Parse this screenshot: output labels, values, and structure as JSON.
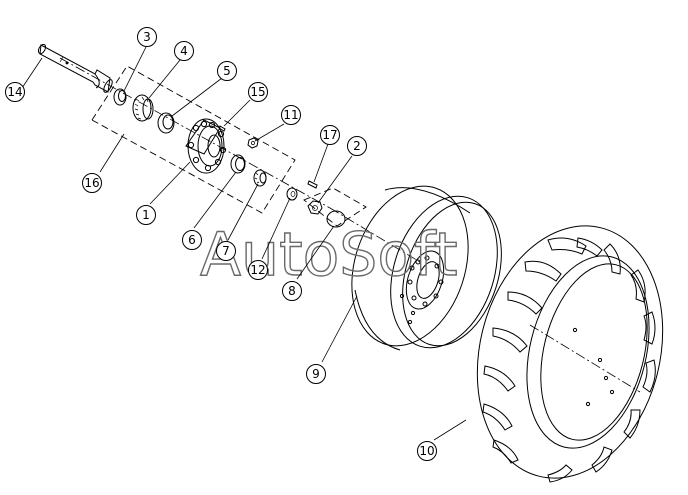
{
  "callouts": [
    {
      "id": "c14",
      "label": "14"
    },
    {
      "id": "c3",
      "label": "3"
    },
    {
      "id": "c4",
      "label": "4"
    },
    {
      "id": "c5",
      "label": "5"
    },
    {
      "id": "c15",
      "label": "15"
    },
    {
      "id": "c11",
      "label": "11"
    },
    {
      "id": "c17",
      "label": "17"
    },
    {
      "id": "c2",
      "label": "2"
    },
    {
      "id": "c16",
      "label": "16"
    },
    {
      "id": "c1",
      "label": "1"
    },
    {
      "id": "c6",
      "label": "6"
    },
    {
      "id": "c7",
      "label": "7"
    },
    {
      "id": "c12",
      "label": "12"
    },
    {
      "id": "c8",
      "label": "8"
    },
    {
      "id": "c9",
      "label": "9"
    },
    {
      "id": "c10",
      "label": "10"
    }
  ],
  "watermark": "AutoSoft"
}
